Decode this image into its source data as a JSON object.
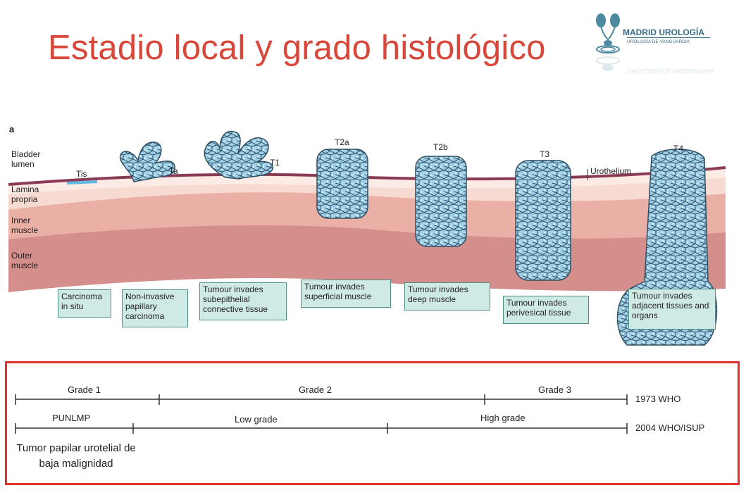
{
  "title": "Estadio local y grado histológico",
  "logo": {
    "name": "MADRID UROLOGÍA",
    "tagline": "UROLOGÍA DE VANGUARDIA"
  },
  "panel_letter": "a",
  "layers": {
    "lumen": "Bladder lumen",
    "lamina": "Lamina propria",
    "inner": "Inner muscle",
    "outer": "Outer muscle",
    "urothelium": "Urothelium"
  },
  "stages": [
    "Tis",
    "Ta",
    "T1",
    "T2a",
    "T2b",
    "T3",
    "T4"
  ],
  "descriptions": [
    "Carcinoma in situ",
    "Non-invasive papillary carcinoma",
    "Tumour invades subepithelial connective tissue",
    "Tumour invades superficial muscle",
    "Tumour invades deep muscle",
    "Tumour invades perivesical tissue",
    "Tumour invades adjacent tissues and organs"
  ],
  "grading": {
    "who1973": {
      "label": "1973 WHO",
      "grades": [
        "Grade 1",
        "Grade 2",
        "Grade 3"
      ]
    },
    "who2004": {
      "label": "2004 WHO/ISUP",
      "grades": [
        "PUNLMP",
        "Low grade",
        "High grade"
      ]
    },
    "punlmp_note": "Tumor papilar urotelial de baja malignidad"
  },
  "colors": {
    "title": "#d9473a",
    "highlight_border": "#e2302a",
    "box_fill": "#cfeae5",
    "tumour": "#8fc3dd",
    "urothelium_line": "#8a3a55"
  }
}
